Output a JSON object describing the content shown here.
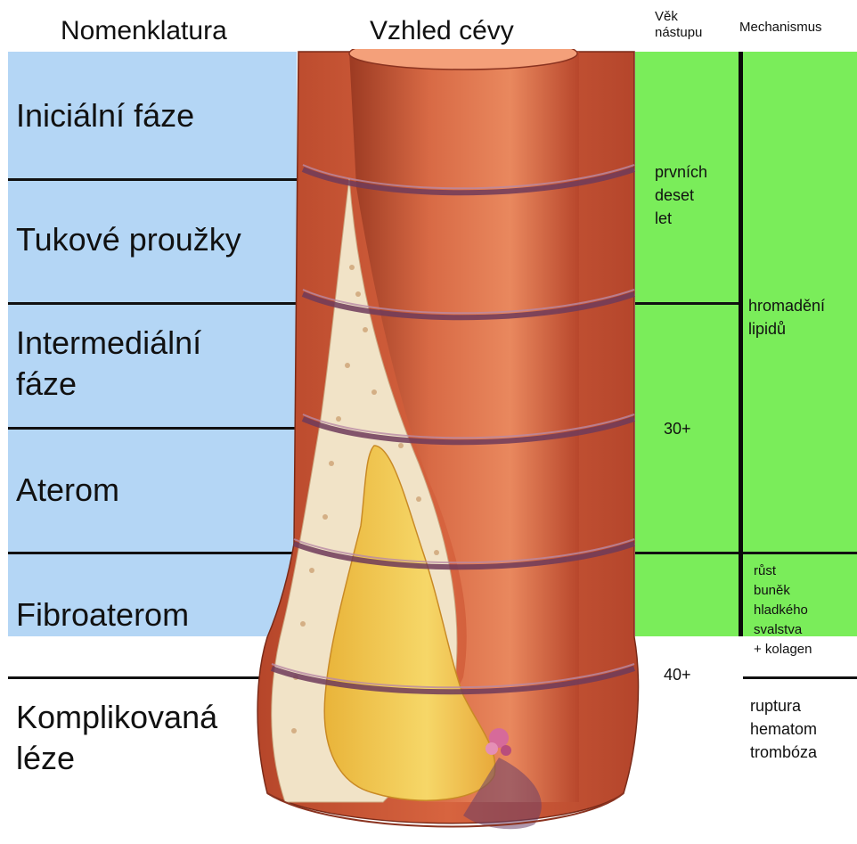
{
  "headers": {
    "nomenclature": "Nomenklatura",
    "appearance": "Vzhled cévy",
    "onset_age_line1": "Věk",
    "onset_age_line2": "nástupu",
    "mechanism": "Mechanismus"
  },
  "stages": [
    {
      "lines": [
        "Iniciální fáze"
      ]
    },
    {
      "lines": [
        "Tukové proužky"
      ]
    },
    {
      "lines": [
        "Intermediální",
        "fáze"
      ]
    },
    {
      "lines": [
        "Aterom"
      ]
    },
    {
      "lines": [
        "Fibroaterom"
      ]
    },
    {
      "lines": [
        "Komplikovaná",
        "léze"
      ]
    }
  ],
  "onset": [
    {
      "lines": [
        "prvních",
        "deset",
        "let"
      ]
    },
    {
      "lines": [
        "30+"
      ]
    },
    {
      "lines": [
        "40+"
      ]
    }
  ],
  "mechanisms": [
    {
      "lines": [
        "hromadění",
        "lipidů"
      ]
    },
    {
      "lines": [
        "růst",
        "buněk",
        "hladkého",
        "svalstva",
        "+ kolagen"
      ]
    },
    {
      "lines": [
        "ruptura",
        "hematom",
        "trombóza"
      ]
    }
  ],
  "colors": {
    "nomenclature_bg": "#b4d6f5",
    "age_bg": "#7aed5a",
    "mechanism_bg": "#7aed5a",
    "vessel_wall": "#c8563a",
    "lumen": "#e07a52",
    "plaque": "#f2c94c",
    "lipid_layer": "#f1e3c7"
  }
}
